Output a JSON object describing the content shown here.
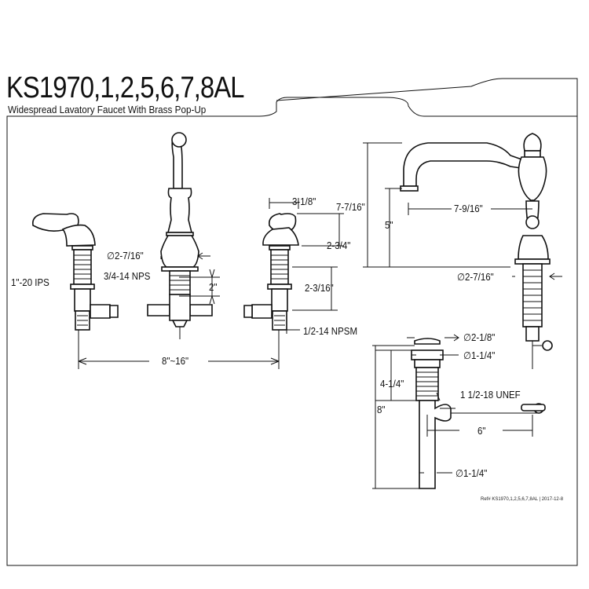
{
  "header": {
    "model": "KS1970,1,2,5,6,7,8AL",
    "description": "Widespread Lavatory Faucet With Brass Pop-Up"
  },
  "dimensions": {
    "spread": "8\"~16\"",
    "inlet_thread": "1\"-20 IPS",
    "spout_thread": "3/4-14 NPS",
    "spout_base_dia": "∅2-7/16\"",
    "spout_shank": "2\"",
    "handle_width": "3-1/8\"",
    "handle_height": "2-3/4\"",
    "valve_shank": "2-3/16\"",
    "supply_thread": "1/2-14 NPSM",
    "overall_height": "7-7/16\"",
    "spout_clearance": "5\"",
    "spout_reach": "7-9/16\"",
    "side_base_dia": "∅2-7/16\"",
    "drain_flange": "∅2-1/8\"",
    "drain_top": "∅1-1/4\"",
    "drain_length_upper": "4-1/4\"",
    "drain_length": "8\"",
    "tailpiece_thread": "1 1/2-18 UNEF",
    "lift_rod": "6\"",
    "drain_bottom": "∅1-1/4\""
  },
  "footer": {
    "reference": "Ref# KS1970,1,2,5,6,7,8AL | 2017-12-8"
  }
}
